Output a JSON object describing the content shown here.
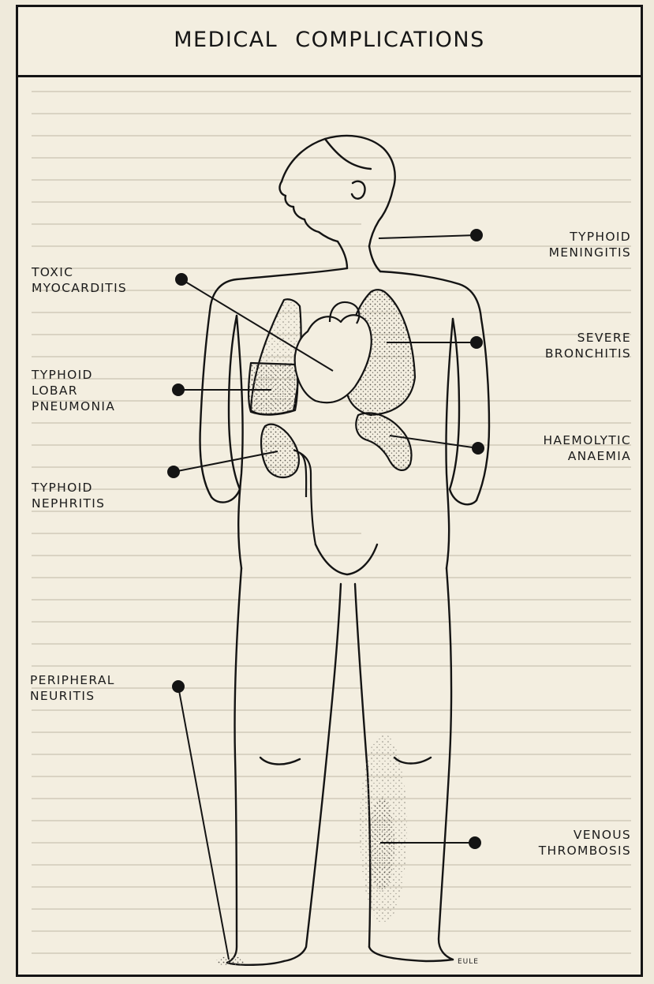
{
  "title": "MEDICAL COMPLICATIONS",
  "signature": "EULE",
  "labels": {
    "typhoid_meningitis": [
      "TYPHOID",
      "MENINGITIS"
    ],
    "toxic_myocarditis": [
      "TOXIC",
      "MYOCARDITIS"
    ],
    "severe_bronchitis": [
      "SEVERE",
      "BRONCHITIS"
    ],
    "typhoid_lobar_pneumonia": [
      "TYPHOID",
      "LOBAR",
      "PNEUMONIA"
    ],
    "haemolytic_anaemia": [
      "HAEMOLYTIC",
      "ANAEMIA"
    ],
    "typhoid_nephritis": [
      "TYPHOID",
      "NEPHRITIS"
    ],
    "peripheral_neuritis": [
      "PERIPHERAL",
      "NEURITIS"
    ],
    "venous_thrombosis": [
      "VENOUS",
      "THROMBOSIS"
    ]
  },
  "colors": {
    "ink": "#141414",
    "paper": "#f3eee0",
    "stipple": "#7a776f"
  }
}
